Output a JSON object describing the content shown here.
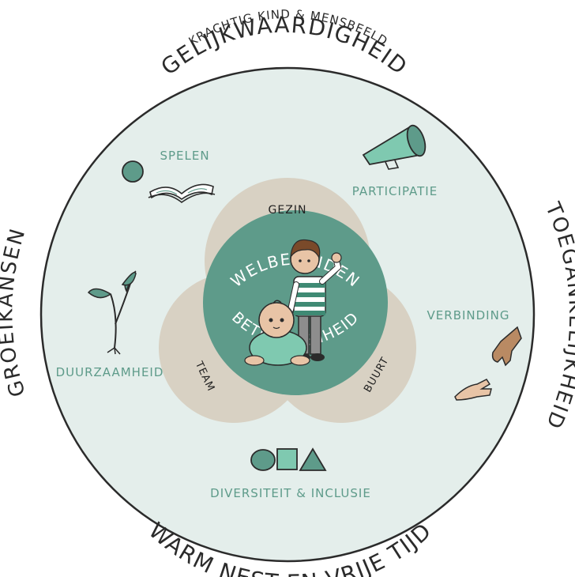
{
  "outer_labels": {
    "top_small": "KRACHTIG KIND & MENSBEELD",
    "top": "GELIJKWAARDIGHEID",
    "right": "TOEGANKELIJKHEID",
    "bottom": "WARM NEST EN VRIJE TIJD",
    "left": "GROEIKANSEN"
  },
  "themes": {
    "spelen": "SPELEN",
    "participatie": "PARTICIPATIE",
    "verbinding": "VERBINDING",
    "duurzaamheid": "DUURZAAMHEID",
    "diversiteit": "DIVERSITEIT & INCLUSIE"
  },
  "venn": {
    "top": "GEZIN",
    "left": "TEAM",
    "right": "BUURT"
  },
  "center": {
    "top": "WELBEVINDEN",
    "bottom": "BETROKKENHEID"
  },
  "colors": {
    "outer_fill": "#e4eeeb",
    "venn_fill": "#d8d1c3",
    "center_fill": "#5e9b8a",
    "accent_green": "#7fc9b0",
    "text_green": "#5e9b8a"
  },
  "icons": [
    "ball-icon",
    "book-icon",
    "megaphone-icon",
    "hands-icon",
    "sprout-icon",
    "circle-shape-icon",
    "square-shape-icon",
    "triangle-shape-icon",
    "toddler-icon",
    "baby-icon"
  ]
}
